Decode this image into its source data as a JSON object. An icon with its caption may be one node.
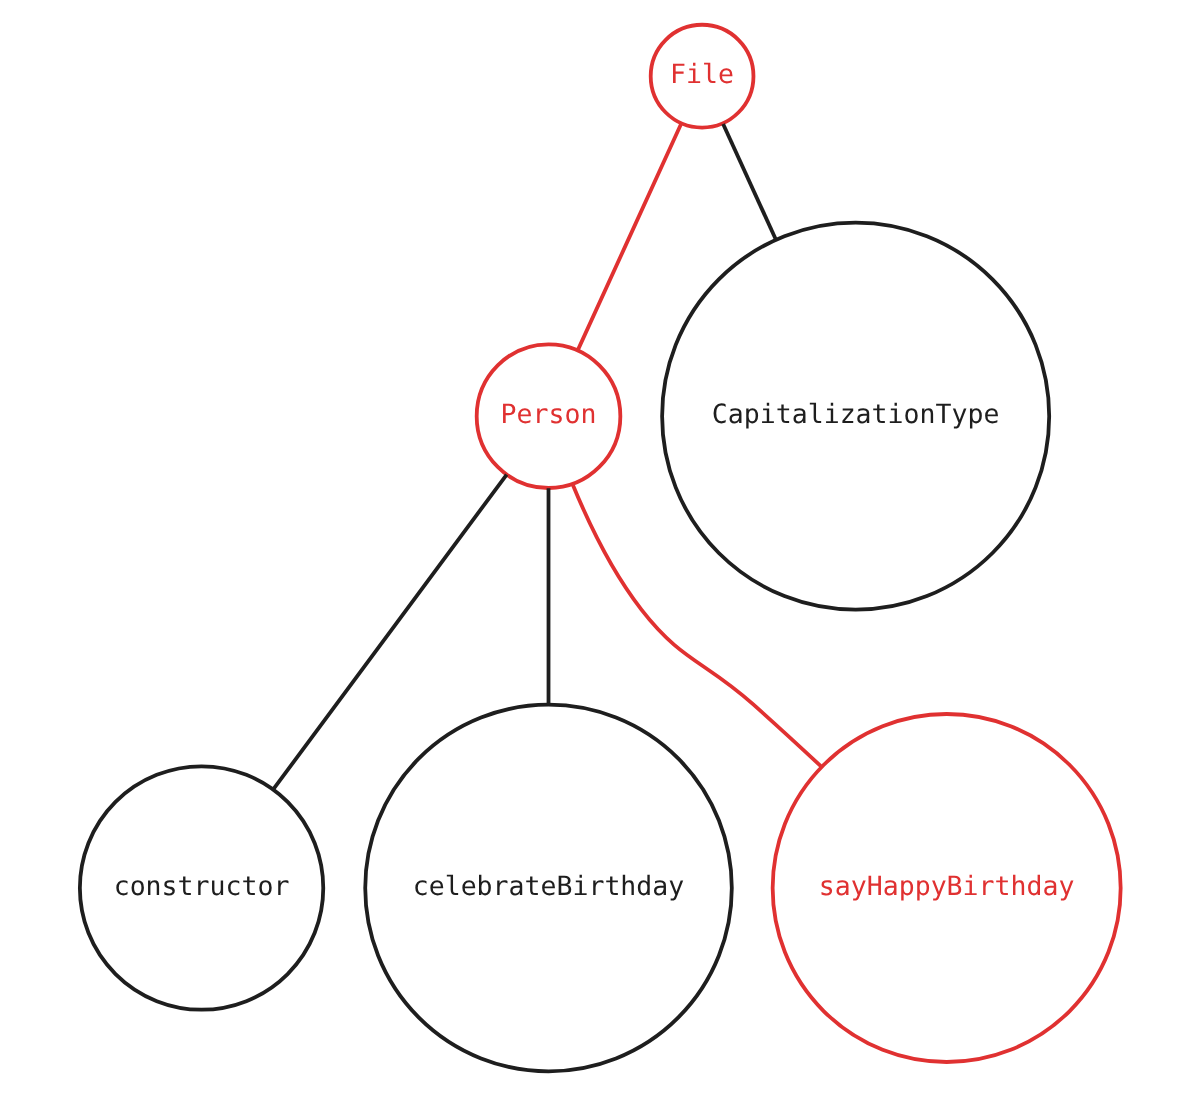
{
  "diagram": {
    "nodes": [
      {
        "text": [
          "File"
        ]
      },
      {
        "text": [
          "Person"
        ]
      },
      {
        "text": [
          "CapitalizationType"
        ]
      },
      {
        "text": [
          "constructor"
        ]
      },
      {
        "text": [
          "celebrateBirthday"
        ]
      },
      {
        "text": [
          "sayHappyBirthday"
        ]
      }
    ],
    "edges": [
      {
        "from": 0,
        "to": 1,
        "arrow": "none",
        "color": "#e03131"
      },
      {
        "from": 0,
        "to": 2,
        "arrow": "none"
      },
      {
        "from": 1,
        "to": 3,
        "arrow": "none"
      },
      {
        "from": 1,
        "to": 4,
        "arrow": "none"
      },
      {
        "from": 1,
        "to": 5,
        "arrow": "none",
        "color": "#e03131"
      }
    ]
  }
}
